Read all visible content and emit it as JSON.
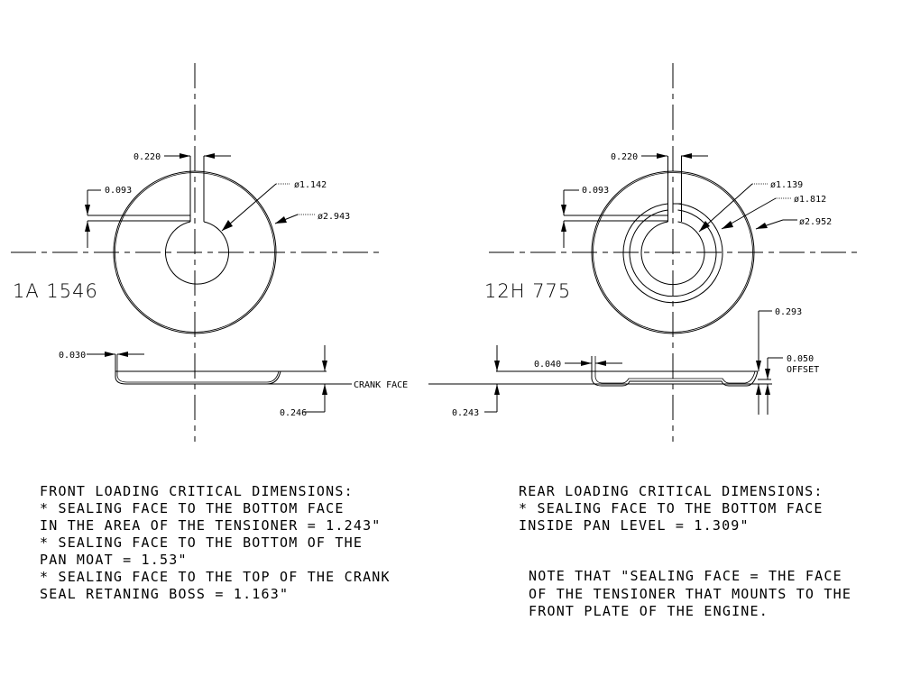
{
  "front_part": {
    "part_number": "1A 1546",
    "dims": {
      "slot_width": "0.220",
      "slot_depth": "0.093",
      "inner_dia": "ø1.142",
      "outer_dia": "ø2.943",
      "lip": "0.030",
      "height": "0.246"
    }
  },
  "crank_face_label": "CRANK FACE",
  "rear_part": {
    "part_number": "12H 775",
    "dims": {
      "slot_width": "0.220",
      "slot_depth": "0.093",
      "inner_dia": "ø1.139",
      "ring_dia": "ø1.812",
      "outer_dia": "ø2.952",
      "lip": "0.040",
      "height": "0.243",
      "rim": "0.293",
      "offset_value": "0.050",
      "offset_label": "OFFSET"
    }
  },
  "notes": {
    "front": [
      "FRONT LOADING CRITICAL DIMENSIONS:",
      "* SEALING FACE TO THE BOTTOM FACE",
      "IN THE AREA OF THE TENSIONER = 1.243\"",
      "* SEALING FACE TO THE BOTTOM OF THE",
      "PAN MOAT = 1.53\"",
      "* SEALING FACE TO THE TOP OF THE CRANK",
      "SEAL RETANING BOSS = 1.163\""
    ],
    "rear": [
      "REAR LOADING CRITICAL DIMENSIONS:",
      "* SEALING FACE TO THE BOTTOM FACE",
      "INSIDE PAN LEVEL = 1.309\""
    ],
    "sealing": [
      "NOTE THAT \"SEALING FACE = THE FACE",
      "OF THE TENSIONER THAT MOUNTS TO THE",
      "FRONT PLATE OF THE ENGINE."
    ]
  }
}
